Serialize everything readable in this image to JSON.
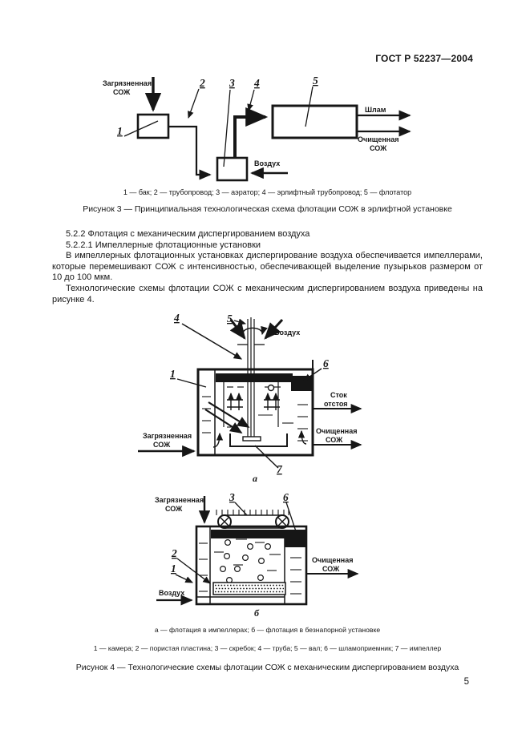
{
  "doc": {
    "header": "ГОСТ Р 52237—2004",
    "page_number": "5"
  },
  "figure3": {
    "diagram": {
      "inlet_l1": "Загрязненная",
      "inlet_l2": "СОЖ",
      "air": "Воздух",
      "sludge": "Шлам",
      "clean_l1": "Очищенная",
      "clean_l2": "СОЖ",
      "part1": "1",
      "part2": "2",
      "part3": "3",
      "part4": "4",
      "part5": "5"
    },
    "parts_caption": "1 — бак; 2 — трубопровод; 3 — аэратор; 4 — эрлифтный трубопровод; 5 — флотатор",
    "title": "Рисунок 3 — Принципиальная технологическая схема флотации СОЖ в эрлифтной установке"
  },
  "body": {
    "s522": "5.2.2 Флотация с механическим диспергированием воздуха",
    "s5221": "5.2.2.1 Импеллерные флотационные установки",
    "para1": "В импеллерных флотационных установках диспергирование воздуха обеспечивается импеллерами, которые перемешивают СОЖ с интенсивностью, обеспечивающей выделение пузырьков размером от 10 до 100 мкм.",
    "para2": "Технологические схемы флотации СОЖ с механическим диспергированием воздуха приведены на рисунке 4."
  },
  "figure4": {
    "a": {
      "part1": "1",
      "part4": "4",
      "part5": "5",
      "part6": "6",
      "part7": "7",
      "air": "Воздух",
      "drain_l1": "Сток",
      "drain_l2": "отстоя",
      "clean_l1": "Очищенная",
      "clean_l2": "СОЖ",
      "inlet_l1": "Загрязненная",
      "inlet_l2": "СОЖ",
      "sub": "а"
    },
    "b": {
      "part1": "1",
      "part2": "2",
      "part3": "3",
      "part6": "6",
      "air": "Воздух",
      "clean_l1": "Очищенная",
      "clean_l2": "СОЖ",
      "inlet_l1": "Загрязненная",
      "inlet_l2": "СОЖ",
      "sub": "б"
    },
    "sub_caption": "а — флотация в импеллерах; б — флотация в безнапорной установке",
    "parts_caption": "1 — камера; 2 — пористая пластина; 3 — скребок; 4 — труба; 5 — вал; 6 — шламоприемник; 7 — импеллер",
    "title": "Рисунок 4 — Технологические схемы флотации СОЖ с механическим диспергированием воздуха"
  }
}
